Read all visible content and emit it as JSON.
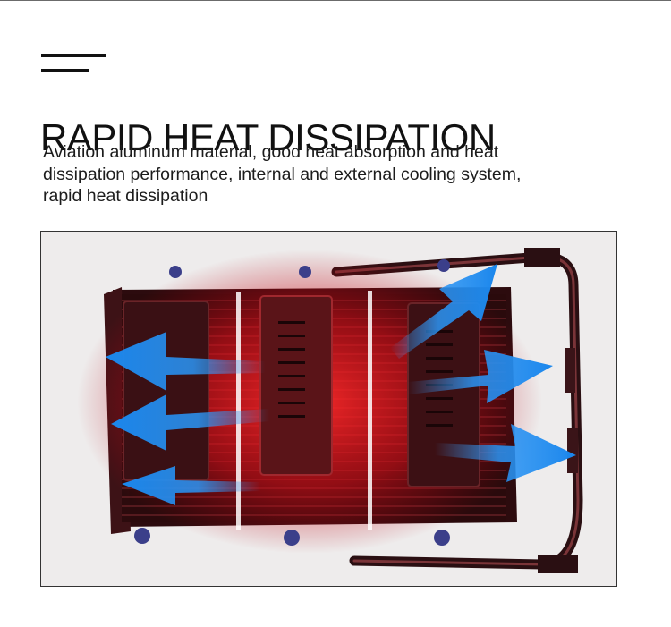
{
  "header": {
    "title": "RAPID HEAT DISSIPATION",
    "description_lines": [
      "Aviation aluminum material, good heat absorption and heat",
      "dissipation performance, internal and external cooling system,",
      "rapid heat dissipation"
    ]
  },
  "image": {
    "subject": "LED flood light heat sink rear view with heat flow arrows",
    "arrow_color": "#1f8ff0",
    "heat_color": "#e8232a"
  }
}
